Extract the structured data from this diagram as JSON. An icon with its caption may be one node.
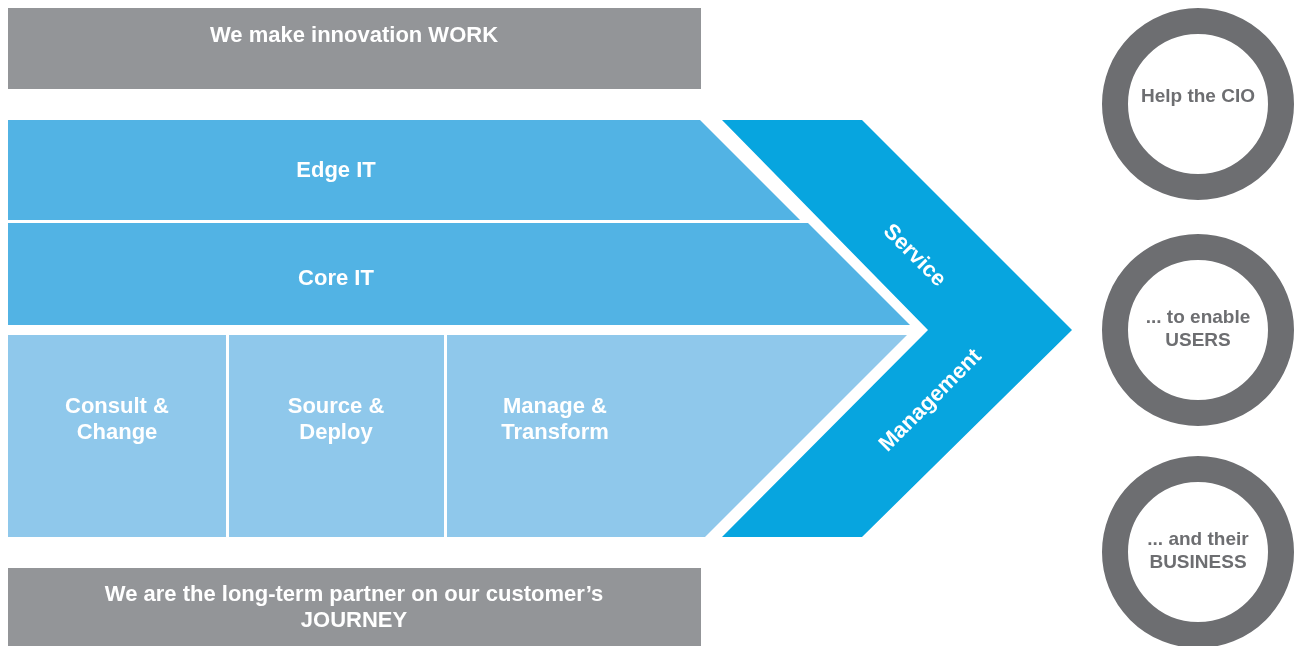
{
  "diagram": {
    "nodes": [
      {
        "text": [
          "We make innovation WORK"
        ]
      },
      {
        "text": [
          "Edge IT"
        ]
      },
      {
        "text": [
          "Core IT"
        ]
      },
      {
        "text": [
          "Consult & Change"
        ]
      },
      {
        "text": [
          "Source & Deploy"
        ]
      },
      {
        "text": [
          "Manage & Transform"
        ]
      },
      {
        "text": [
          "Service",
          "Management"
        ]
      },
      {
        "text": [
          "We are the long-term partner on our customer’s JOURNEY"
        ]
      },
      {
        "text": [
          "Help the CIO"
        ]
      },
      {
        "text": [
          "... to enable USERS"
        ]
      },
      {
        "text": [
          "... and their BUSINESS"
        ]
      }
    ],
    "edges": []
  }
}
